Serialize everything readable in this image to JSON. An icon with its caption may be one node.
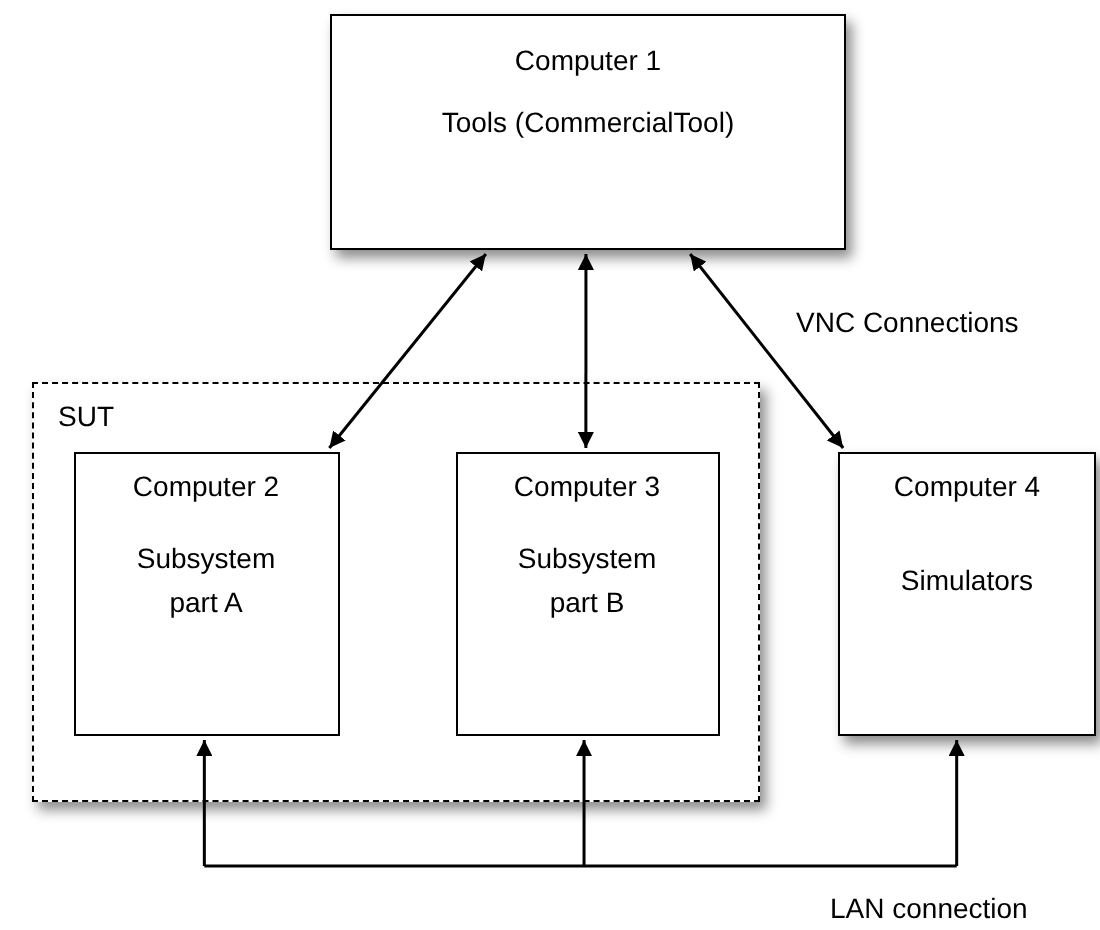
{
  "diagram": {
    "nodes": [
      {
        "text": [
          "Computer 1",
          "Tools (CommercialTool)"
        ]
      },
      {
        "text": [
          "SUT"
        ]
      },
      {
        "text": [
          "Computer 2",
          "Subsystem part A"
        ],
        "in": 1
      },
      {
        "text": [
          "Computer 3",
          "Subsystem part B"
        ],
        "in": 1
      },
      {
        "text": [
          "Computer 4",
          "Simulators"
        ]
      }
    ],
    "edges": [
      {
        "from": 0,
        "to": 2,
        "arrow": "both"
      },
      {
        "from": 0,
        "to": 3,
        "arrow": "both"
      },
      {
        "from": 0,
        "to": 4,
        "arrow": "both"
      },
      {
        "from": null,
        "to": 2,
        "arrow": "to"
      },
      {
        "from": null,
        "to": 3,
        "arrow": "to"
      },
      {
        "from": null,
        "to": 4,
        "arrow": "to"
      }
    ],
    "labels": [
      "VNC Connections",
      "LAN connection"
    ]
  }
}
